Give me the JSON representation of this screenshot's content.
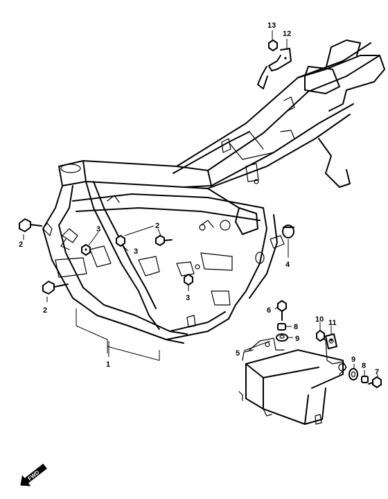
{
  "callouts": {
    "p1": "1",
    "p2a": "2",
    "p2b": "2",
    "p2c": "2",
    "p3a": "3",
    "p3b": "3",
    "p3c": "3",
    "p4": "4",
    "p5": "5",
    "p6": "6",
    "p7": "7",
    "p8a": "8",
    "p8b": "8",
    "p9a": "9",
    "p9b": "9",
    "p10": "10",
    "p11": "11",
    "p12": "12",
    "p13": "13"
  },
  "fwd_label": "FWD"
}
